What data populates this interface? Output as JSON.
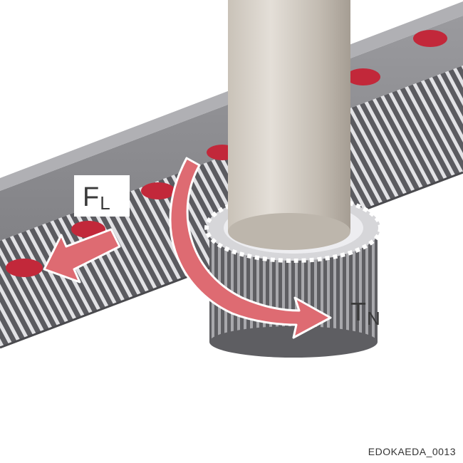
{
  "labels": {
    "force": {
      "main": "F",
      "sub": "L"
    },
    "torque": {
      "main": "T",
      "sub": "N"
    }
  },
  "image_code": "EDOKAEDA_0013",
  "colors": {
    "background": "#ffffff",
    "rack_top": "#8d8d91",
    "rack_face": "#6f6f73",
    "teeth_dark": "#55555a",
    "teeth_light": "#d9d9dc",
    "hole": "#c2283a",
    "shaft": "#cfc9c1",
    "pinion": "#7a7a7e",
    "arrow_fill": "#de6b72",
    "arrow_stroke": "#ffffff",
    "text": "#3a3a3a"
  }
}
